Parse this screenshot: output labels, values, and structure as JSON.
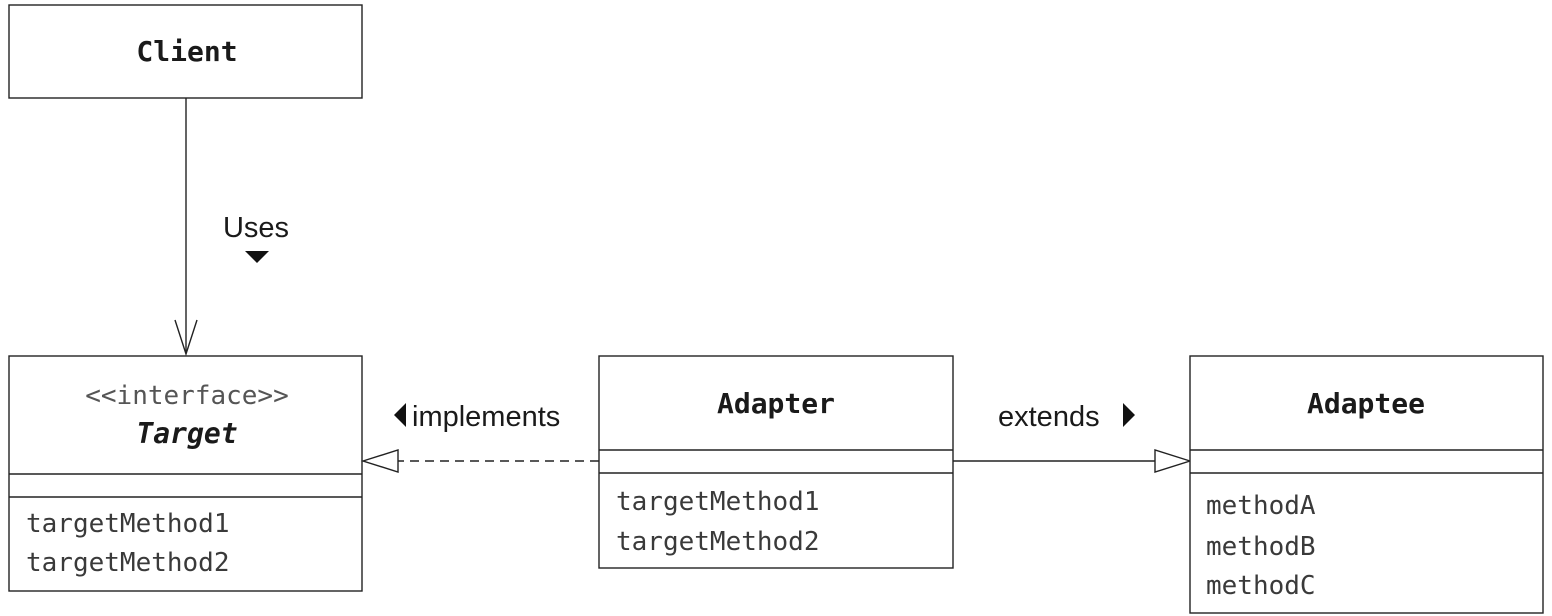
{
  "classes": {
    "client": {
      "name": "Client"
    },
    "target": {
      "stereotype": "<<interface>>",
      "name": "Target",
      "methods": [
        "targetMethod1",
        "targetMethod2"
      ]
    },
    "adapter": {
      "name": "Adapter",
      "methods": [
        "targetMethod1",
        "targetMethod2"
      ]
    },
    "adaptee": {
      "name": "Adaptee",
      "methods": [
        "methodA",
        "methodB",
        "methodC"
      ]
    }
  },
  "relations": {
    "uses": "Uses",
    "implements": "implements",
    "extends": "extends"
  }
}
